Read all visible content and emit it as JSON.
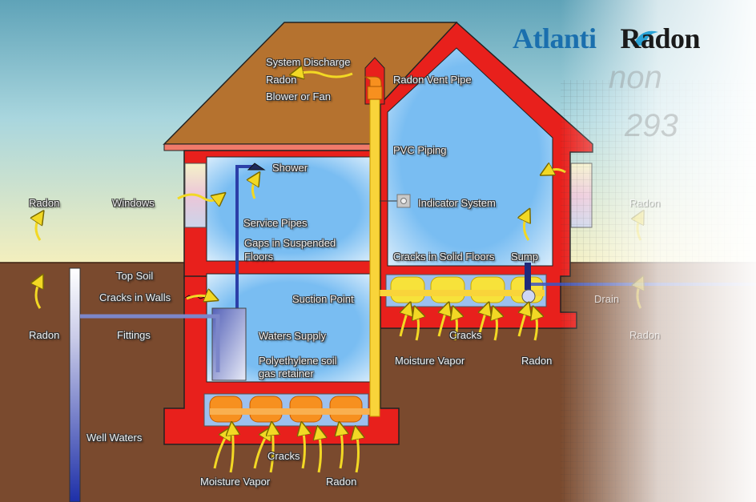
{
  "brand": {
    "part1": "Atlanti",
    "part2": "Radon",
    "colors": {
      "primary": "#1a6fae",
      "secondary": "#1a1a1a",
      "wave": "#29a3d6"
    }
  },
  "colors": {
    "sky_top": "#5fa3b8",
    "sky_bottom": "#f4efbd",
    "soil": "#7a4a2e",
    "roof": "#b5722f",
    "wall": "#e8201c",
    "room": "#79bdf2",
    "arrow": "#f2d824",
    "pipe_fill": "#f9d43a",
    "water_pipe": "#2b3fa8",
    "gravel_upper": "#f7e23a",
    "gravel_lower": "#f7901f"
  },
  "labels": {
    "system_discharge": "System Discharge",
    "radon_top": "Radon",
    "blower_or_fan": "Blower or Fan",
    "radon_vent_pipe": "Radon Vent Pipe",
    "pvc_piping": "PVC Piping",
    "shower": "Shower",
    "indicator_system": "Indicator System",
    "service_pipes": "Service Pipes",
    "gaps_suspended_1": "Gaps in Suspended",
    "gaps_suspended_2": "Floors",
    "cracks_solid_floors": "Cracks in Solid Floors",
    "sump": "Sump",
    "suction_point": "Suction Point",
    "waters_supply": "Waters Supply",
    "poly_1": "Polyethylene soil",
    "poly_2": "gas retainer",
    "radon_left_sky": "Radon",
    "windows": "Windows",
    "top_soil": "Top Soil",
    "cracks_in_walls": "Cracks in Walls",
    "radon_left_soil": "Radon",
    "fittings": "Fittings",
    "well_waters": "Well Waters",
    "cracks_right": "Cracks",
    "moisture_vapor_right": "Moisture Vapor",
    "radon_right": "Radon",
    "drain": "Drain",
    "radon_far_right_sky": "Radon",
    "radon_far_right_soil": "Radon",
    "cracks_bottom": "Cracks",
    "moisture_vapor_bottom": "Moisture Vapor",
    "radon_bottom": "Radon"
  },
  "icons": {
    "indicator": "indicator-gauge-icon",
    "shower_head": "shower-head-icon",
    "flow_arrow": "radon-flow-arrow-icon"
  }
}
